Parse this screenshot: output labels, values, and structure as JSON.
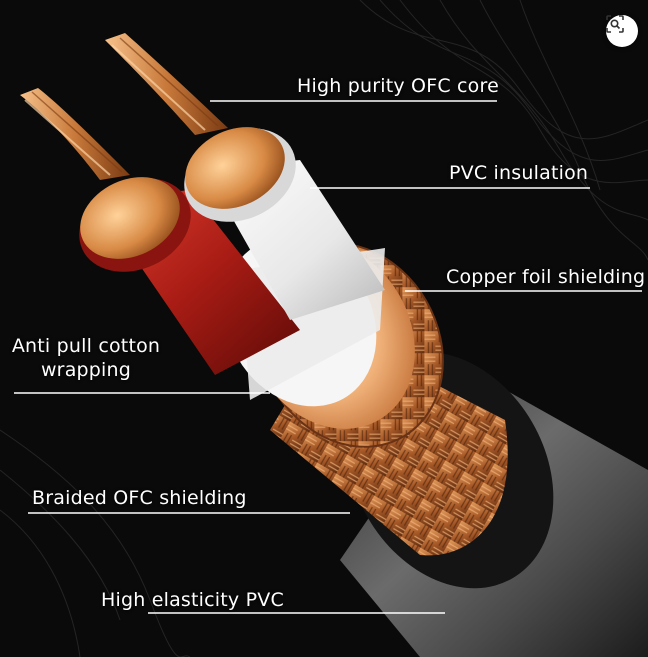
{
  "labels": {
    "core": "High purity OFC core",
    "insulation": "PVC insulation",
    "foil": "Copper foil shielding",
    "cotton": "Anti pull cotton wrapping",
    "braid": "Braided OFC shielding",
    "jacket": "High elasticity PVC"
  },
  "colors": {
    "background": "#0a0a0a",
    "copper": "#c8793a",
    "red_insulation": "#b0201a",
    "white_insulation": "#f2f2f2",
    "jacket": "#5a5a5a"
  },
  "icons": {
    "lens": "visual-search-icon"
  }
}
